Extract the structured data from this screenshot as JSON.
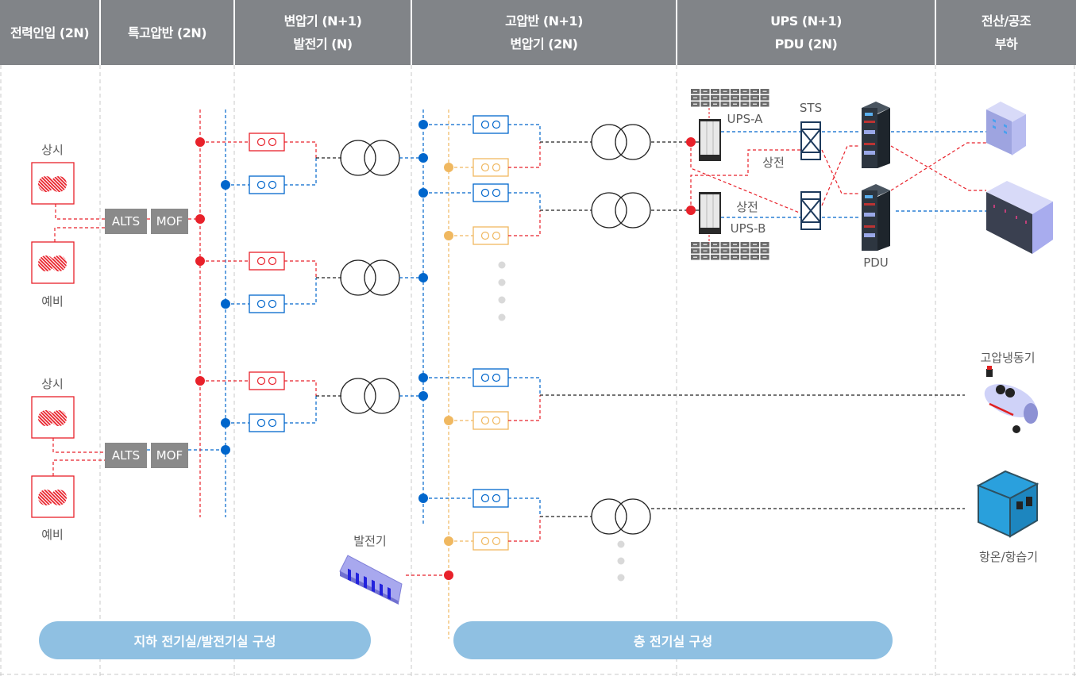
{
  "header": {
    "columns": [
      {
        "line1": "전력인입 (2N)",
        "line2": ""
      },
      {
        "line1": "특고압반 (2N)",
        "line2": ""
      },
      {
        "line1": "변압기 (N+1)",
        "line2": "발전기 (N)"
      },
      {
        "line1": "고압반 (N+1)",
        "line2": "변압기 (2N)"
      },
      {
        "line1": "UPS (N+1)",
        "line2": "PDU (2N)"
      },
      {
        "line1": "전산/공조",
        "line2": "부하"
      }
    ]
  },
  "power_intake": {
    "groups": [
      {
        "normal_label": "상시",
        "standby_label": "예비",
        "switch_label": "ALTS",
        "meter_label": "MOF"
      },
      {
        "normal_label": "상시",
        "standby_label": "예비",
        "switch_label": "ALTS",
        "meter_label": "MOF"
      }
    ]
  },
  "generator": {
    "label": "발전기"
  },
  "ups": {
    "ups_a_label": "UPS-A",
    "ups_b_label": "UPS-B",
    "sts_label": "STS",
    "commercial_power_label_1": "상전",
    "commercial_power_label_2": "상전",
    "pdu_label": "PDU"
  },
  "loads": {
    "chiller_label": "고압냉동기",
    "crac_label": "항온/항습기"
  },
  "footer": {
    "basement_label": "지하 전기실/발전기실 구성",
    "floor_label": "층 전기실 구성"
  },
  "colors": {
    "header_bg": "#818488",
    "red": "#e8212a",
    "blue": "#0066cc",
    "orange": "#f0b860",
    "black": "#222222",
    "pill": "#8fc0e2",
    "sts": "#1d3a5c"
  }
}
